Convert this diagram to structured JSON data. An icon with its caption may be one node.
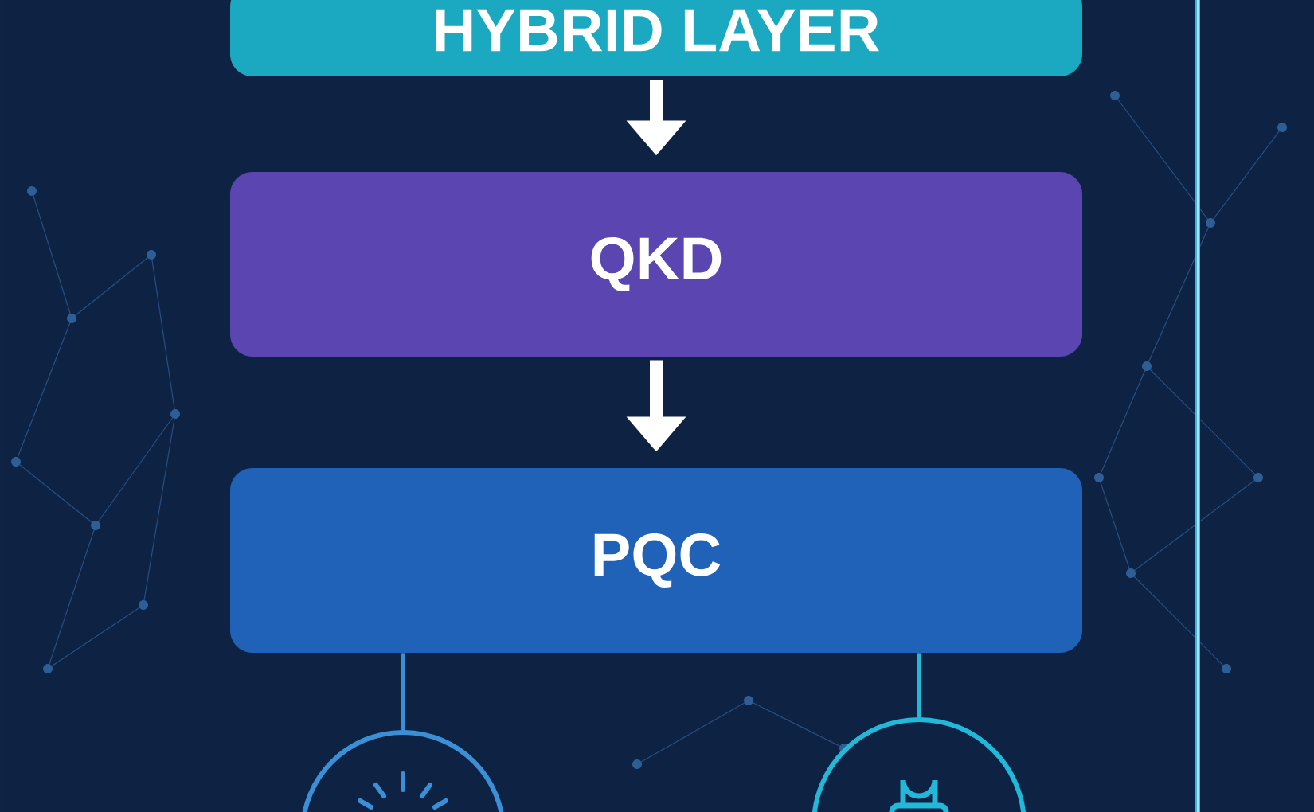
{
  "diagram": {
    "nodes": [
      {
        "text": [
          "HYBRID LAYER"
        ]
      },
      {
        "text": [
          "QKD"
        ]
      },
      {
        "text": [
          "PQC"
        ]
      },
      {
        "text": [],
        "shape": "circle"
      },
      {
        "text": [],
        "shape": "circle"
      }
    ],
    "edges": [
      {
        "from": 0,
        "to": 1,
        "arrow": "to",
        "style": "thick"
      },
      {
        "from": 1,
        "to": 2,
        "arrow": "to",
        "style": "thick"
      },
      {
        "from": 2,
        "to": 3,
        "arrow": "none",
        "color": "#3a8fd6"
      },
      {
        "from": 2,
        "to": 4,
        "arrow": "none",
        "color": "#22b8d8"
      }
    ]
  }
}
